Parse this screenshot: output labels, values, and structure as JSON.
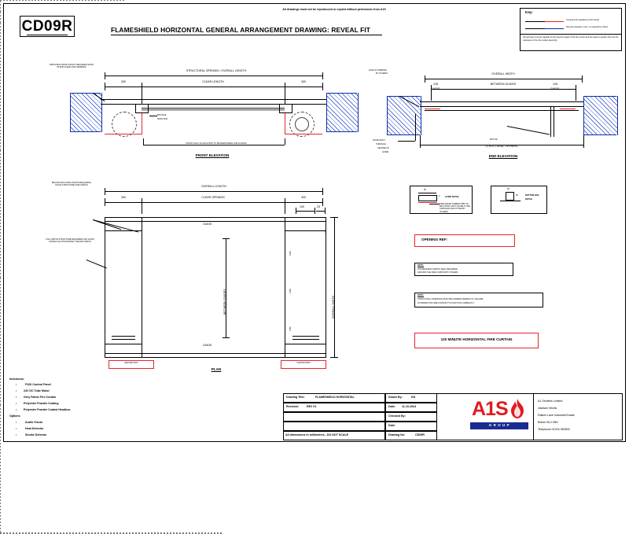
{
  "sheet": {
    "drawing_code": "CD09R",
    "copyright_note": "All drawings must not be reproduced or copied without permission from A1S",
    "main_title": "FLAMESHIELD HORIZONTAL GENERAL ARRANGEMENT DRAWING: REVEAL FIT"
  },
  "key": {
    "heading": "Key:",
    "items": [
      {
        "color": "#e8242a",
        "label": "Components supplied by A1S Group"
      },
      {
        "color": "#0b2fa6",
        "label": "Structure already in situ / or required by others"
      }
    ],
    "footnote": "All openings must be capable of carrying the weight of the fire curtain and be equal or greater than the fire resistance of the fire curtain assembly."
  },
  "front_elevation": {
    "title": "FRONT ELEVATION",
    "dim_overall": "STRUCTURAL OPENING / OVERALL LENGTH",
    "dim_clear": "CLEAR LENGTH",
    "dim_left": "300",
    "dim_right": "300",
    "note_btm_rail_1": "BTM RAIL",
    "note_btm_rail_2": "50x50 SHS",
    "note_access": "FRONT HALF OF EACH BOX TO BE REMOVABLE FOR ACCESS",
    "note_fixing": "INDICATES FIXING POINTS REQUIRED SOLID 50 MIN CLEAR FOR HEADBOX"
  },
  "end_elevation": {
    "title": "END ELEVATION",
    "dim_overall_width": "OVERALL WIDTH",
    "dim_between_guides": "BETWEEN GUIDES",
    "dim_structural_opening": "STRUCTURAL OPENING",
    "guide_left_val": "128",
    "guide_left_lbl": "GUIDE",
    "guide_right_val": "128",
    "guide_right_lbl": "GUIDE",
    "note_motor": "MOTOR",
    "note_hole_1": "HOLE IS OPENING",
    "note_hole_2": "BY OTHERS",
    "note_bolt_1": "FIXING BOLT",
    "note_bolt_2": "THROUGH",
    "note_bolt_3": "CENTRE OF",
    "note_bolt_4": "GUIDE"
  },
  "plan": {
    "title": "PLAN",
    "dim_overall_length": "OVERALL LENGTH",
    "dim_clear_opening": "CLEAR OPENING",
    "dim_left": "300",
    "dim_right": "300",
    "dim_100": "100",
    "dim_25": "25",
    "dim_125": "125",
    "guide_top": "GUIDE",
    "guide_bottom": "GUIDE",
    "between_guides": "BETWEEN GUIDES",
    "overall_width": "OVERALL WIDTH",
    "segment_dims": [
      "1250",
      "1250",
      "1250"
    ],
    "note_backplate": "BACKPLATE FIXING POINTS REQUIRING SOLID STRUCTURE FOR FIXINGS",
    "note_fullwidth": "FULL WIDTH STRUCTURE REQUIRED FOR HOOD FIXINGS SLOTS RUNNING THE BOX WIDTH",
    "return_box": "RETURN BOX",
    "curtain_box": "CURTAIN BOX"
  },
  "details": {
    "guide_detail": "GUIDE DETAIL",
    "guide_detail_dim": "50",
    "guide_detail_dim2": "4",
    "guide_detail_note": "FIRE RATED TIMBER TRIM TO BE FITTED ONTO GUIDE TO BE SUPPLIED AND FITTED BY OTHERS",
    "bottom_rail_detail_1": "BOTTOM RAIL",
    "bottom_rail_detail_2": "DETAIL",
    "bottom_rail_dim": "50",
    "bottom_rail_dim2": "50"
  },
  "opening_ref": {
    "label": "OPENING REF:"
  },
  "notes": [
    {
      "heading": "NOTE:",
      "lines": [
        "INTUMESCENT MASTIC SEAL REQUIRED",
        "AROUND THE FIRE CURTAIN BY OTHERS"
      ]
    },
    {
      "heading": "NOTE:",
      "lines": [
        "STRUCTURAL OPENINGS MUST BE FORMED PERFECTLY SQUARE",
        "IN ORDER FOR FIRE CURTAIN TO FUNCTION CORRECTLY."
      ]
    }
  ],
  "product_banner": {
    "label": "120 MINUTE HORIZONTAL FIRE CURTAIN"
  },
  "inclusions": {
    "heading": "Inclusions:",
    "items": [
      "P100 Control Panel",
      "24V DC Tube Motor",
      "Grey Fabric Fire Curtain",
      "Polyester Powder Coating",
      "Polyester Powder Coated Headbox"
    ],
    "options_heading": "Options",
    "options": [
      "Audio Visual",
      "Heat Detector",
      "Smoke Detector"
    ]
  },
  "title_block": {
    "rows": [
      {
        "left_label": "Drawing Title:",
        "left_value": "FLAMESHIELD HORIZONTAL",
        "right_label": "Drawn By:",
        "right_value": "DD"
      },
      {
        "left_label": "Revision:",
        "left_value": "REV 01",
        "right_label": "Date:",
        "right_value": "11-10-2024"
      },
      {
        "left_label": "",
        "left_value": "",
        "right_label": "Checked By:",
        "right_value": ""
      },
      {
        "left_label": "",
        "left_value": "",
        "right_label": "Date:",
        "right_value": ""
      },
      {
        "left_label": "All dimensions in millimetres - DO NOT SCALE",
        "left_value": "",
        "right_label": "Drawing No:",
        "right_value": "CD09R"
      }
    ]
  },
  "company": {
    "logo_text": "A1S",
    "logo_sub": "G  R  O  U  P",
    "lines": [
      "A1 Shutters Limited",
      "Jackson Works",
      "Raikes Lane Industrial Estate",
      "Bolton BL3 2NH",
      "Telephone 01204 383839"
    ]
  }
}
